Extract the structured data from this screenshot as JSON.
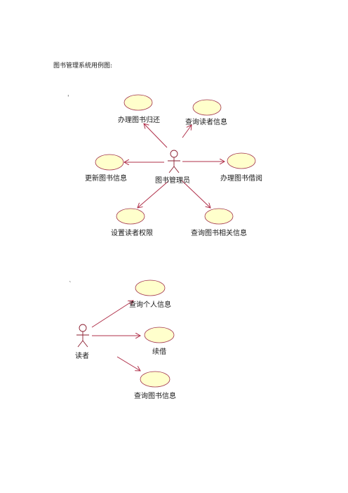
{
  "document": {
    "heading": "图书管理系统用例图:"
  },
  "diagram_librarian": {
    "stray_mark": "'",
    "actor": {
      "name": "图书管理员",
      "icon": "stick-figure-icon"
    },
    "use_cases": [
      {
        "id": "return",
        "label": "办理图书归还"
      },
      {
        "id": "query-reader",
        "label": "查询读者信息"
      },
      {
        "id": "update-book",
        "label": "更新图书信息"
      },
      {
        "id": "borrow",
        "label": "办理图书借阅"
      },
      {
        "id": "set-permission",
        "label": "设置读者权限"
      },
      {
        "id": "query-book-related",
        "label": "查询图书相关信息"
      }
    ]
  },
  "diagram_reader": {
    "stray_mark": "`",
    "actor": {
      "name": "读者",
      "icon": "stick-figure-icon"
    },
    "use_cases": [
      {
        "id": "query-personal",
        "label": "查询个人信息"
      },
      {
        "id": "renew",
        "label": "续借"
      },
      {
        "id": "query-book",
        "label": "查询图书信息"
      }
    ]
  },
  "colors": {
    "ellipse_fill": "#ffffcc",
    "ellipse_stroke": "#a0304a",
    "line": "#b0304a",
    "actor": "#8a1c2e"
  }
}
